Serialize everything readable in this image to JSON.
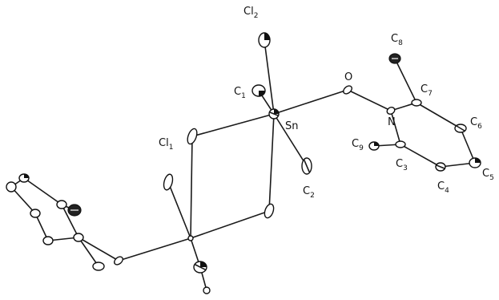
{
  "labels": {
    "cl2": {
      "main": "Cl",
      "sub": "2"
    },
    "cl1": {
      "main": "Cl",
      "sub": "1"
    },
    "c1": {
      "main": "C",
      "sub": "1"
    },
    "c2": {
      "main": "C",
      "sub": "2"
    },
    "sn": {
      "main": "Sn"
    },
    "o": {
      "main": "O"
    },
    "n": {
      "main": "N"
    },
    "c3": {
      "main": "C",
      "sub": "3"
    },
    "c4": {
      "main": "C",
      "sub": "4"
    },
    "c5": {
      "main": "C",
      "sub": "5"
    },
    "c6": {
      "main": "C",
      "sub": "6"
    },
    "c7": {
      "main": "C",
      "sub": "7"
    },
    "c8": {
      "main": "C",
      "sub": "8"
    },
    "c9": {
      "main": "C",
      "sub": "9"
    }
  }
}
